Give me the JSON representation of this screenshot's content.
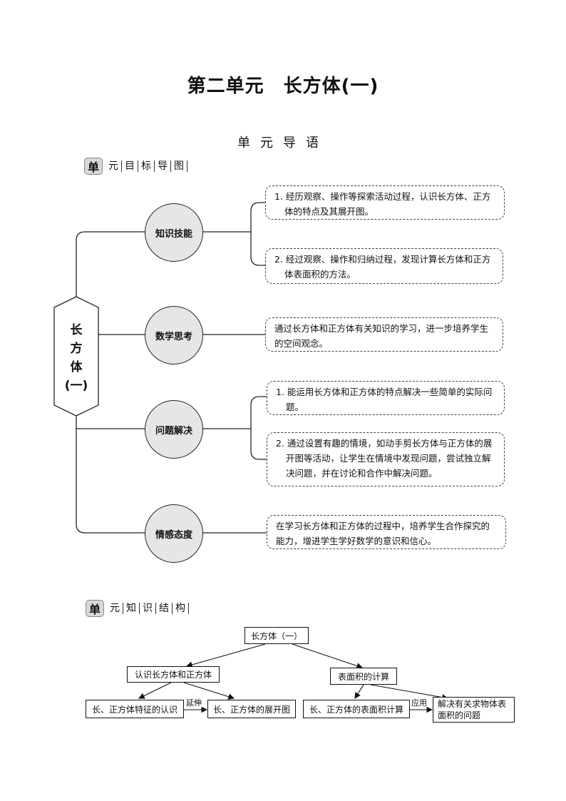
{
  "page": {
    "title": "第二单元　长方体(一)",
    "subtitle": "单元导语"
  },
  "section1": {
    "badge": "单",
    "segments": [
      "元",
      "目",
      "标",
      "导",
      "图"
    ]
  },
  "mindmap": {
    "center": [
      "长",
      "方",
      "体",
      "(一)"
    ],
    "nodes": [
      {
        "label": "知识技能"
      },
      {
        "label": "数学思考"
      },
      {
        "label": "问题解决"
      },
      {
        "label": "情感态度"
      }
    ],
    "boxes": [
      {
        "text": "1. 经历观察、操作等探索活动过程，认识长方体、正方体的特点及其展开图。"
      },
      {
        "text": "2. 经过观察、操作和归纳过程，发现计算长方体和正方体表面积的方法。"
      },
      {
        "text": "通过长方体和正方体有关知识的学习，进一步培养学生的空间观念。"
      },
      {
        "text": "1. 能运用长方体和正方体的特点解决一些简单的实际问题。"
      },
      {
        "text": "2. 通过设置有趣的情境，如动手剪长方体与正方体的展开图等活动，让学生在情境中发现问题，尝试独立解决问题，并在讨论和合作中解决问题。"
      },
      {
        "text": "在学习长方体和正方体的过程中，培养学生合作探究的能力，增进学生学好数学的意识和信心。"
      }
    ]
  },
  "section2": {
    "badge": "单",
    "segments": [
      "元",
      "知",
      "识",
      "结",
      "构"
    ]
  },
  "structure": {
    "root": "长方体（一）",
    "left": "认识长方体和正方体",
    "right": "表面积的计算",
    "leaf1": "长、正方体特征的认识",
    "leaf2": "长、正方体的展开图",
    "leaf3": "长、正方体的表面积计算",
    "leaf4": "解决有关求物体表面积的问题",
    "edge1": "延伸",
    "edge2": "应用"
  }
}
